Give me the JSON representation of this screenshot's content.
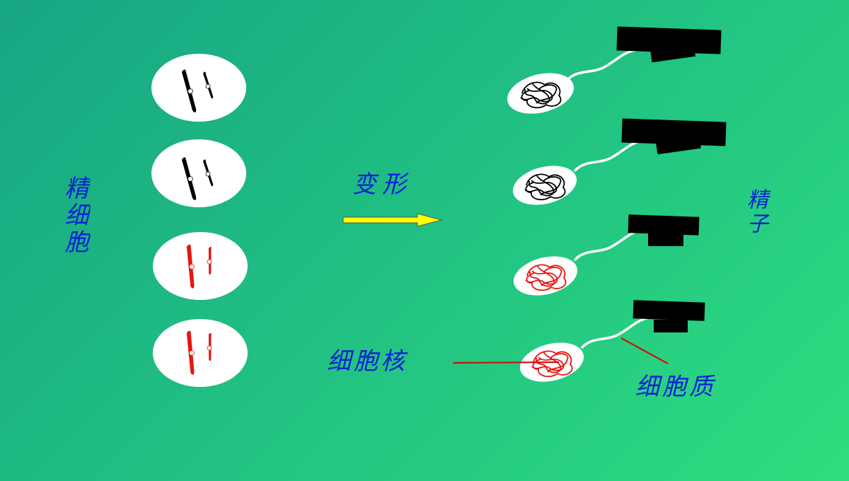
{
  "labels": {
    "spermatid": "精细胞",
    "deform": "变形",
    "sperm": "精子",
    "nucleus": "细胞核",
    "cytoplasm": "细胞质"
  },
  "colors": {
    "background_start": "#17a584",
    "background_end": "#2edd7e",
    "text": "#0a1fd6",
    "cell": "#ffffff",
    "chromosome_black": "#000000",
    "chromosome_red": "#e8140f",
    "arrow_fill": "#ffff00",
    "pointer_line": "#cc1111"
  },
  "spermatids": [
    {
      "chromosome_color": "black"
    },
    {
      "chromosome_color": "black"
    },
    {
      "chromosome_color": "red"
    },
    {
      "chromosome_color": "red"
    }
  ],
  "sperms": [
    {
      "nucleus_color": "black"
    },
    {
      "nucleus_color": "black"
    },
    {
      "nucleus_color": "red"
    },
    {
      "nucleus_color": "red"
    }
  ]
}
